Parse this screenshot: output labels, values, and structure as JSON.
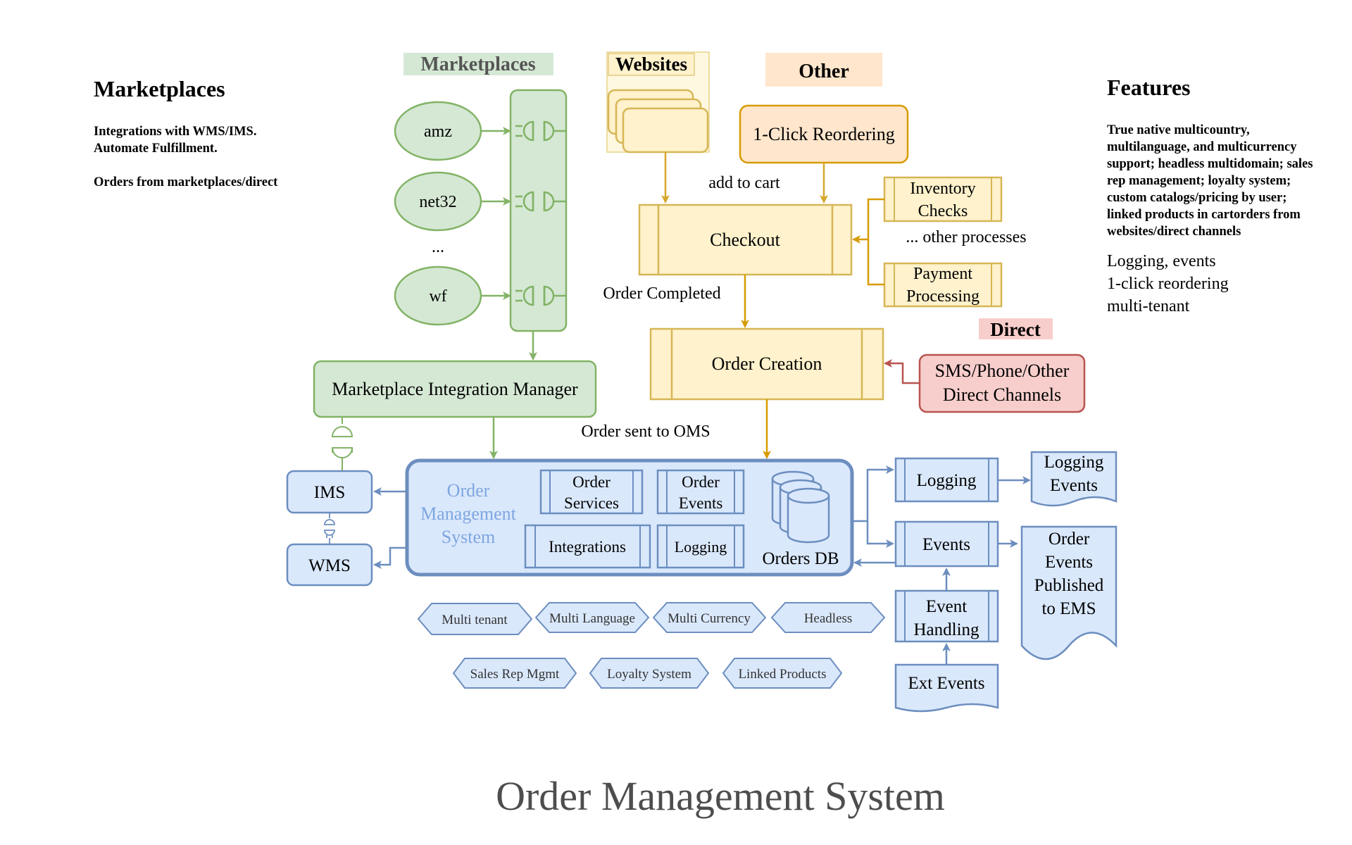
{
  "left_panel": {
    "title": "Marketplaces",
    "line1": "Integrations with WMS/IMS.",
    "line2": "Automate Fulfillment.",
    "line3": "Orders from marketplaces/direct"
  },
  "right_panel": {
    "title": "Features",
    "bold_lines": [
      "True native multicountry,",
      "multilanguage, and multicurrency",
      "support; headless multidomain; sales",
      "rep management; loyalty system;",
      "custom catalogs/pricing by user;",
      "linked products in cartorders from",
      "websites/direct channels"
    ],
    "plain_lines": [
      "Logging, events",
      "1-click reordering",
      "multi-tenant"
    ]
  },
  "headers": {
    "marketplaces": "Marketplaces",
    "websites": "Websites",
    "other": "Other",
    "direct": "Direct"
  },
  "marketplaces": {
    "amz": "amz",
    "net32": "net32",
    "dots": "...",
    "wf": "wf"
  },
  "nodes": {
    "reorder": "1-Click Reordering",
    "checkout": "Checkout",
    "inventory": [
      "Inventory",
      "Checks"
    ],
    "payment": [
      "Payment",
      "Processing"
    ],
    "order_creation": "Order Creation",
    "direct_channels": [
      "SMS/Phone/Other",
      "Direct Channels"
    ],
    "mim": "Marketplace Integration Manager",
    "ims": "IMS",
    "wms": "WMS",
    "oms_title": [
      "Order",
      "Management",
      "System"
    ],
    "order_services": [
      "Order",
      "Services"
    ],
    "order_events": [
      "Order",
      "Events"
    ],
    "integrations": "Integrations",
    "oms_logging": "Logging",
    "orders_db": "Orders DB",
    "logging": "Logging",
    "logging_events": [
      "Logging",
      "Events"
    ],
    "events": "Events",
    "published": [
      "Order",
      "Events",
      "Published",
      "to EMS"
    ],
    "event_handling": [
      "Event",
      "Handling"
    ],
    "ext_events": "Ext Events"
  },
  "edge_labels": {
    "add_to_cart": "add to cart",
    "other_processes": "... other processes",
    "order_completed": "Order Completed",
    "order_sent": "Order sent to OMS"
  },
  "features": [
    "Multi tenant",
    "Multi Language",
    "Multi Currency",
    "Headless",
    "Sales Rep Mgmt",
    "Loyalty System",
    "Linked Products"
  ],
  "page_title": "Order Management System",
  "colors": {
    "green_fill": "#d5e8d4",
    "green_stroke": "#82b366",
    "yellow_fill": "#fff2cc",
    "yellow_stroke": "#d6b656",
    "orange_fill": "#ffe6cc",
    "orange_stroke": "#d79b00",
    "red_fill": "#f8cecc",
    "red_stroke": "#b85450",
    "blue_fill": "#dae8fc",
    "blue_stroke": "#6c8ebf",
    "arrow_yellow": "#d6a62a",
    "arrow_orange": "#d79b00"
  }
}
